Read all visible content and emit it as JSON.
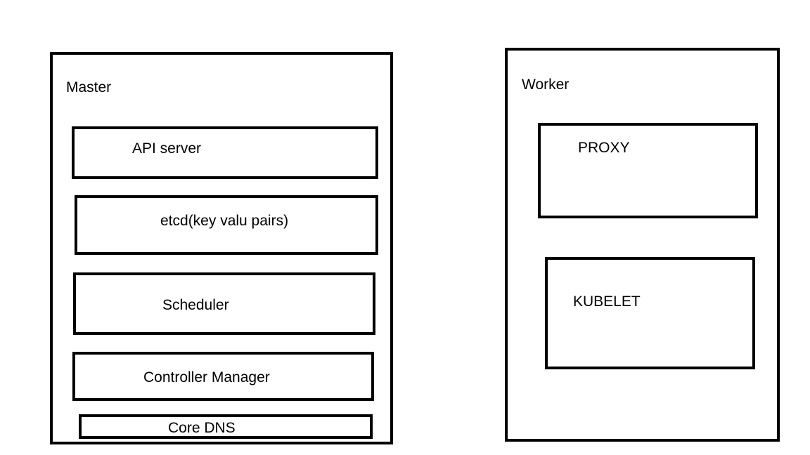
{
  "master": {
    "title": "Master",
    "components": {
      "api_server": "API server",
      "etcd": "etcd(key valu pairs)",
      "scheduler": "Scheduler",
      "controller_manager": "Controller Manager",
      "core_dns": "Core DNS"
    }
  },
  "worker": {
    "title": "Worker",
    "components": {
      "proxy": "PROXY",
      "kubelet": "KUBELET"
    }
  },
  "colors": {
    "stroke": "#000000",
    "background": "#ffffff"
  }
}
